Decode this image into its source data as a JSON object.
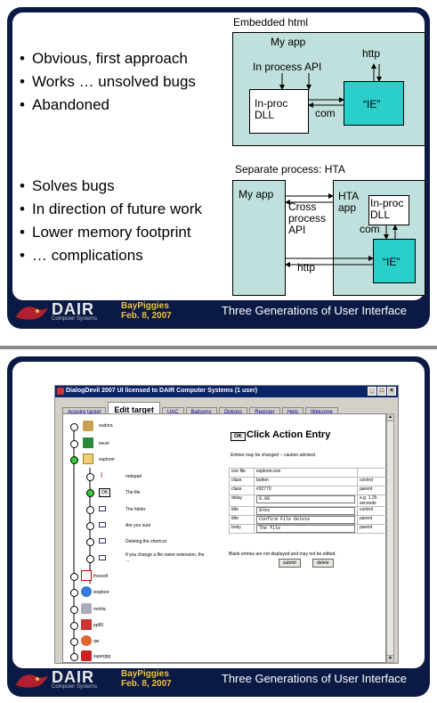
{
  "slide1": {
    "bullets_top": [
      "Obvious, first approach",
      "Works … unsolved bugs",
      "Abandoned"
    ],
    "bullets_bottom": [
      "Solves bugs",
      "In direction of future work",
      "Lower memory footprint",
      "… complications"
    ],
    "embedded": {
      "title": "Embedded html",
      "myapp": "My app",
      "api": "In process API",
      "http": "http",
      "dll": "In-proc DLL",
      "com": "com",
      "ie": "“IE”"
    },
    "hta": {
      "title": "Separate process: HTA",
      "myapp": "My app",
      "cross": "Cross process API",
      "hta_app": "HTA app",
      "dll": "In-proc DLL",
      "com": "com",
      "ie": "“IE”",
      "http": "http"
    }
  },
  "footer": {
    "logo": "DAIR",
    "logo_sub": "Computer Systems",
    "event": "BayPiggies",
    "date": "Feb. 8, 2007",
    "title": "Three Generations of User Interface"
  },
  "window": {
    "title": "DialogDevil 2007 UI licensed to DAIR Computer Systems (1 user)",
    "tabs": [
      "Acquire target",
      "Edit target",
      "UAC",
      "Balloons",
      "Options",
      "Register",
      "Help",
      "Welcome"
    ],
    "active_tab": "Edit target",
    "tree": [
      {
        "label": "eudora",
        "icon": "folder-icon"
      },
      {
        "label": "excel",
        "icon": "excel-icon"
      },
      {
        "label": "explorer",
        "icon": "folder-icon"
      },
      {
        "label": "notepad",
        "icon": "text-icon"
      },
      {
        "label": "The file",
        "icon": "ok-icon"
      },
      {
        "label": "The folder",
        "icon": "window-icon"
      },
      {
        "label": "Are you sure",
        "icon": "window-icon"
      },
      {
        "label": "Deleting the shortcut",
        "icon": "window-icon"
      },
      {
        "label": "If you change a file name extension, the ...",
        "icon": "window-icon"
      },
      {
        "label": "freecell",
        "icon": "cards-icon"
      },
      {
        "label": "iexplore",
        "icon": "ie-icon"
      },
      {
        "label": "mshta",
        "icon": "app-icon"
      },
      {
        "label": "pp80",
        "icon": "app-icon"
      },
      {
        "label": "qw",
        "icon": "app-icon"
      },
      {
        "label": "superjpg",
        "icon": "app-icon"
      }
    ],
    "entry": {
      "ok": "OK",
      "heading": "Click Action Entry",
      "note": "Entries may be changed -- caution advised.",
      "rows": [
        {
          "key": "exe file",
          "value": "explorer.exe",
          "extra": ""
        },
        {
          "key": "class",
          "value": "button",
          "extra": "control"
        },
        {
          "key": "class",
          "value": "#32770",
          "extra": "parent"
        },
        {
          "key": "delay",
          "value": "0.00",
          "extra": "e.g. 1.25 seconds"
        },
        {
          "key": "title",
          "value": "&Yes",
          "extra": "control"
        },
        {
          "key": "title",
          "value": "Confirm File Delete",
          "extra": "parent"
        },
        {
          "key": "body",
          "value": "The file",
          "extra": "parent"
        }
      ],
      "footnote": "Blank entries are not displayed and may not be edited.",
      "submit": "submit",
      "delete": "delete"
    }
  }
}
